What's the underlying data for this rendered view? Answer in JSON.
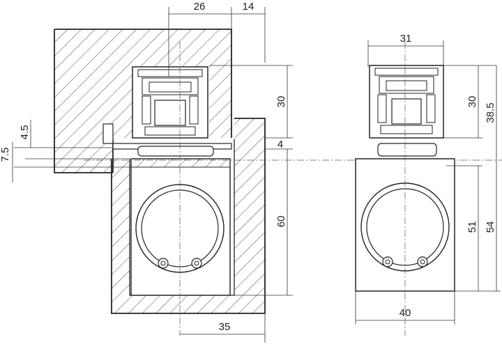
{
  "drawing": {
    "section_view": {
      "dims": {
        "width_26": "26",
        "width_14": "14",
        "height_30": "30",
        "gap_4": "4",
        "height_60": "60",
        "offset_4_5": "4.5",
        "offset_7_5": "7.5",
        "width_35": "35"
      }
    },
    "side_view": {
      "dims": {
        "width_31": "31",
        "height_30": "30",
        "height_38_5": "38.5",
        "height_51": "51",
        "height_54": "54",
        "width_40": "40"
      }
    },
    "colors": {
      "line": "#222222",
      "background": "#ffffff"
    }
  }
}
